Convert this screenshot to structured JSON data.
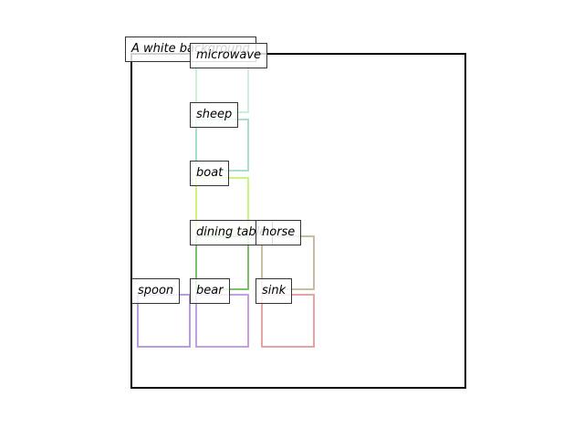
{
  "caption": "A white background",
  "objects": [
    {
      "key": "microwave",
      "label": "microwave",
      "color": "#cfeed9"
    },
    {
      "key": "sheep",
      "label": "sheep",
      "color": "#a8ddd0"
    },
    {
      "key": "boat",
      "label": "boat",
      "color": "#c8f57a"
    },
    {
      "key": "dining-table",
      "label": "dining table",
      "color": "#7cc06a"
    },
    {
      "key": "horse",
      "label": "horse",
      "color": "#c7bca4"
    },
    {
      "key": "spoon",
      "label": "spoon",
      "color": "#b89be0"
    },
    {
      "key": "bear",
      "label": "bear",
      "color": "#c69fe0"
    },
    {
      "key": "sink",
      "label": "sink",
      "color": "#e8a4a4"
    }
  ]
}
